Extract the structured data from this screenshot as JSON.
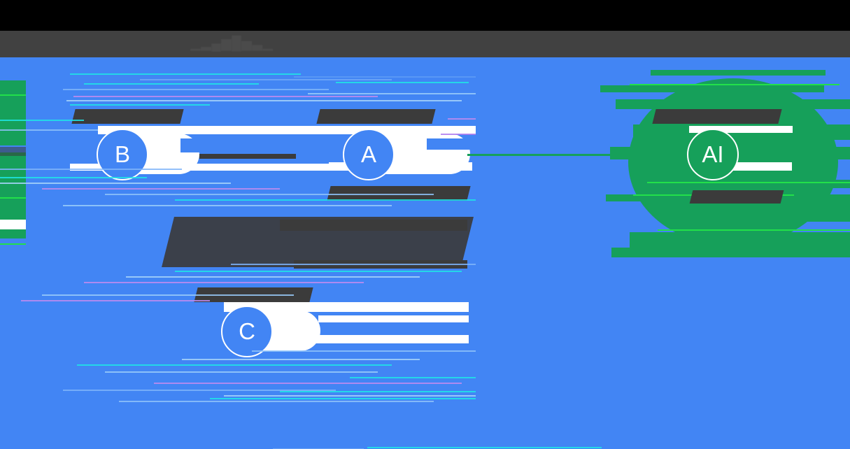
{
  "window": {
    "titlebar_color": "#000000",
    "toolbar_color": "#414141",
    "title": "▁▂▄▆█▅▃▁",
    "canvas_color": "#4285F4"
  },
  "palette": {
    "background_blue": "#4285F4",
    "node_blue": "#4285F4",
    "node_green": "#16A05A",
    "card_white": "#FFFFFF",
    "redacted_dark": "#3B3B3B",
    "glitch_cyan": "#1FE6E6",
    "glitch_magenta": "#C08CF0",
    "glitch_bright_green": "#22E04A"
  },
  "diagram": {
    "type": "node-link-diagram",
    "nodes": [
      {
        "id": "b",
        "initial": "B",
        "color": "#4285F4",
        "label_above": "▆▆▄▃▂▅▃▄▆█▂",
        "label_in_card": ""
      },
      {
        "id": "a",
        "initial": "A",
        "color": "#4285F4",
        "label_above": "▃▅▆▂▄▇▃▅▂▆▄",
        "label_below": "▅▃▇▂▆▄▃▅"
      },
      {
        "id": "c",
        "initial": "C",
        "color": "#4285F4",
        "label_above": "▄▆▃▅▂▇▄▃▆▅▂"
      },
      {
        "id": "ai",
        "initial": "AI",
        "color": "#16A05A",
        "label_above": "▂▅▇▃▆▄▅▃▂▆█",
        "label_below": "▆▄▃▅"
      }
    ],
    "edges": [
      {
        "id": "b-a",
        "from": "b",
        "to": "a",
        "color": "#3B3B3B",
        "label": "▃▄▅▆▄▃▂▅▆"
      },
      {
        "id": "a-ai",
        "from": "a",
        "to": "ai",
        "color": "#16A05A",
        "label": ""
      }
    ],
    "annotations": [
      {
        "id": "center-note",
        "text": "▆█▅▇▄▃▆▅▇▂▄▆█▃▅▄▇▆▂▃▅",
        "color": "#3B3B3B"
      }
    ]
  },
  "glitch": {
    "present": true,
    "description": "horizontal scanline displacement, channel shear, torn node edges"
  }
}
